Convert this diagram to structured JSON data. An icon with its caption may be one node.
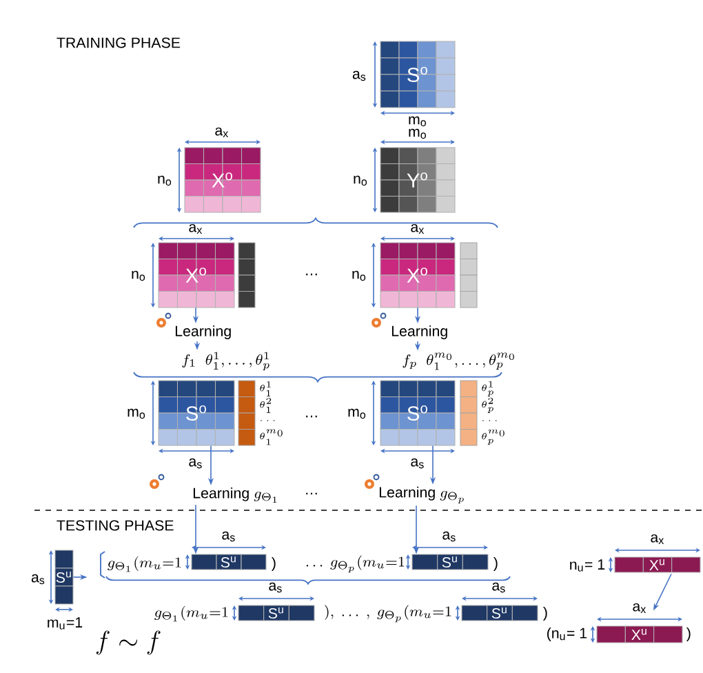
{
  "diagram": {
    "nodes": [
      {
        "text": [
          "S$^{o}$"
        ]
      },
      {
        "text": [
          "X$^{o}$"
        ]
      },
      {
        "text": [
          "Y$^{o}$"
        ]
      },
      {
        "text": [
          "X$^{o}$"
        ]
      },
      {
        "text": [
          "X$^{o}$"
        ]
      },
      {
        "text": [
          "Learning"
        ]
      },
      {
        "text": [
          "Learning"
        ]
      },
      {
        "text": [
          "f_1\\;\\;\\theta_1^1,\\ldots,\\theta_p^1"
        ]
      },
      {
        "text": [
          "f_p\\;\\;\\theta_1^{m_0},\\ldots,\\theta_p^{m_0}"
        ]
      },
      {
        "text": [
          "S$^{o}$"
        ]
      },
      {
        "text": [
          "S$^{o}$"
        ]
      },
      {
        "text": [
          "\\textrm{Learning}\\ g_{\\Theta_1}"
        ]
      },
      {
        "text": [
          "\\textrm{Learning}\\ g_{\\Theta_p}"
        ]
      },
      {
        "text": [
          "S$^{u}$"
        ]
      },
      {
        "text": [
          "S$^{u}$"
        ]
      },
      {
        "text": [
          "S$^{u}$"
        ]
      },
      {
        "text": [
          "S$^{u}$"
        ]
      },
      {
        "text": [
          "S$^{u}$"
        ]
      },
      {
        "text": [
          "X$^{u}$"
        ]
      },
      {
        "text": [
          "X$^{u}$"
        ]
      }
    ],
    "edges": [
      {
        "from": 3,
        "to": 5,
        "arrow": "to"
      },
      {
        "from": 5,
        "to": 7,
        "arrow": "to"
      },
      {
        "from": 4,
        "to": 6,
        "arrow": "to"
      },
      {
        "from": 6,
        "to": 8,
        "arrow": "to"
      },
      {
        "from": 9,
        "to": 11,
        "arrow": "to"
      },
      {
        "from": 10,
        "to": 12,
        "arrow": "to"
      },
      {
        "from": 11,
        "to": 14,
        "arrow": "to"
      },
      {
        "from": 12,
        "to": 15,
        "arrow": "to"
      },
      {
        "from": 13,
        "to": null,
        "arrow": "to"
      },
      {
        "from": 18,
        "to": 19,
        "arrow": "to"
      }
    ],
    "labels": [
      "TRAINING PHASE",
      "a$_{s}$",
      "m$_{o}$",
      "a$_{x}$",
      "m$_{o}$",
      "n$_{o}$",
      "n$_{o}$",
      "a$_{x}$",
      "a$_{x}$",
      "n$_{o}$",
      "…",
      "n$_{o}$",
      "\\theta_1^1",
      "\\theta_1^2",
      "\\ldots",
      "\\theta_1^{m_0}",
      "m$_{o}$",
      "…",
      "m$_{o}$",
      "\\theta_p^1",
      "\\theta_p^2",
      "\\ldots",
      "\\theta_p^{m_0}",
      "a$_{s}$",
      "a$_{s}$",
      "…",
      "TESTING PHASE",
      "a$_{s}$",
      "m$_{u}$=1",
      "a$_{s}$",
      "a$_{s}$",
      "n$_{u}$= 1",
      "a$_{x}$",
      "g_{\\Theta_1}(m_u{=}1",
      ")",
      "\\ldots\\ g_{\\Theta_p}(m_u{=}1",
      ")",
      "g_{\\Theta_1}(m_u{=}1",
      "a$_{s}$",
      "),\\ \\ldots\\ ,\\ g_{\\Theta_p}(m_u{=}1",
      "a$_{s}$",
      ")",
      "f\\sim f",
      "a$_{x}$",
      "(n$_{u}$= 1",
      ")"
    ]
  }
}
